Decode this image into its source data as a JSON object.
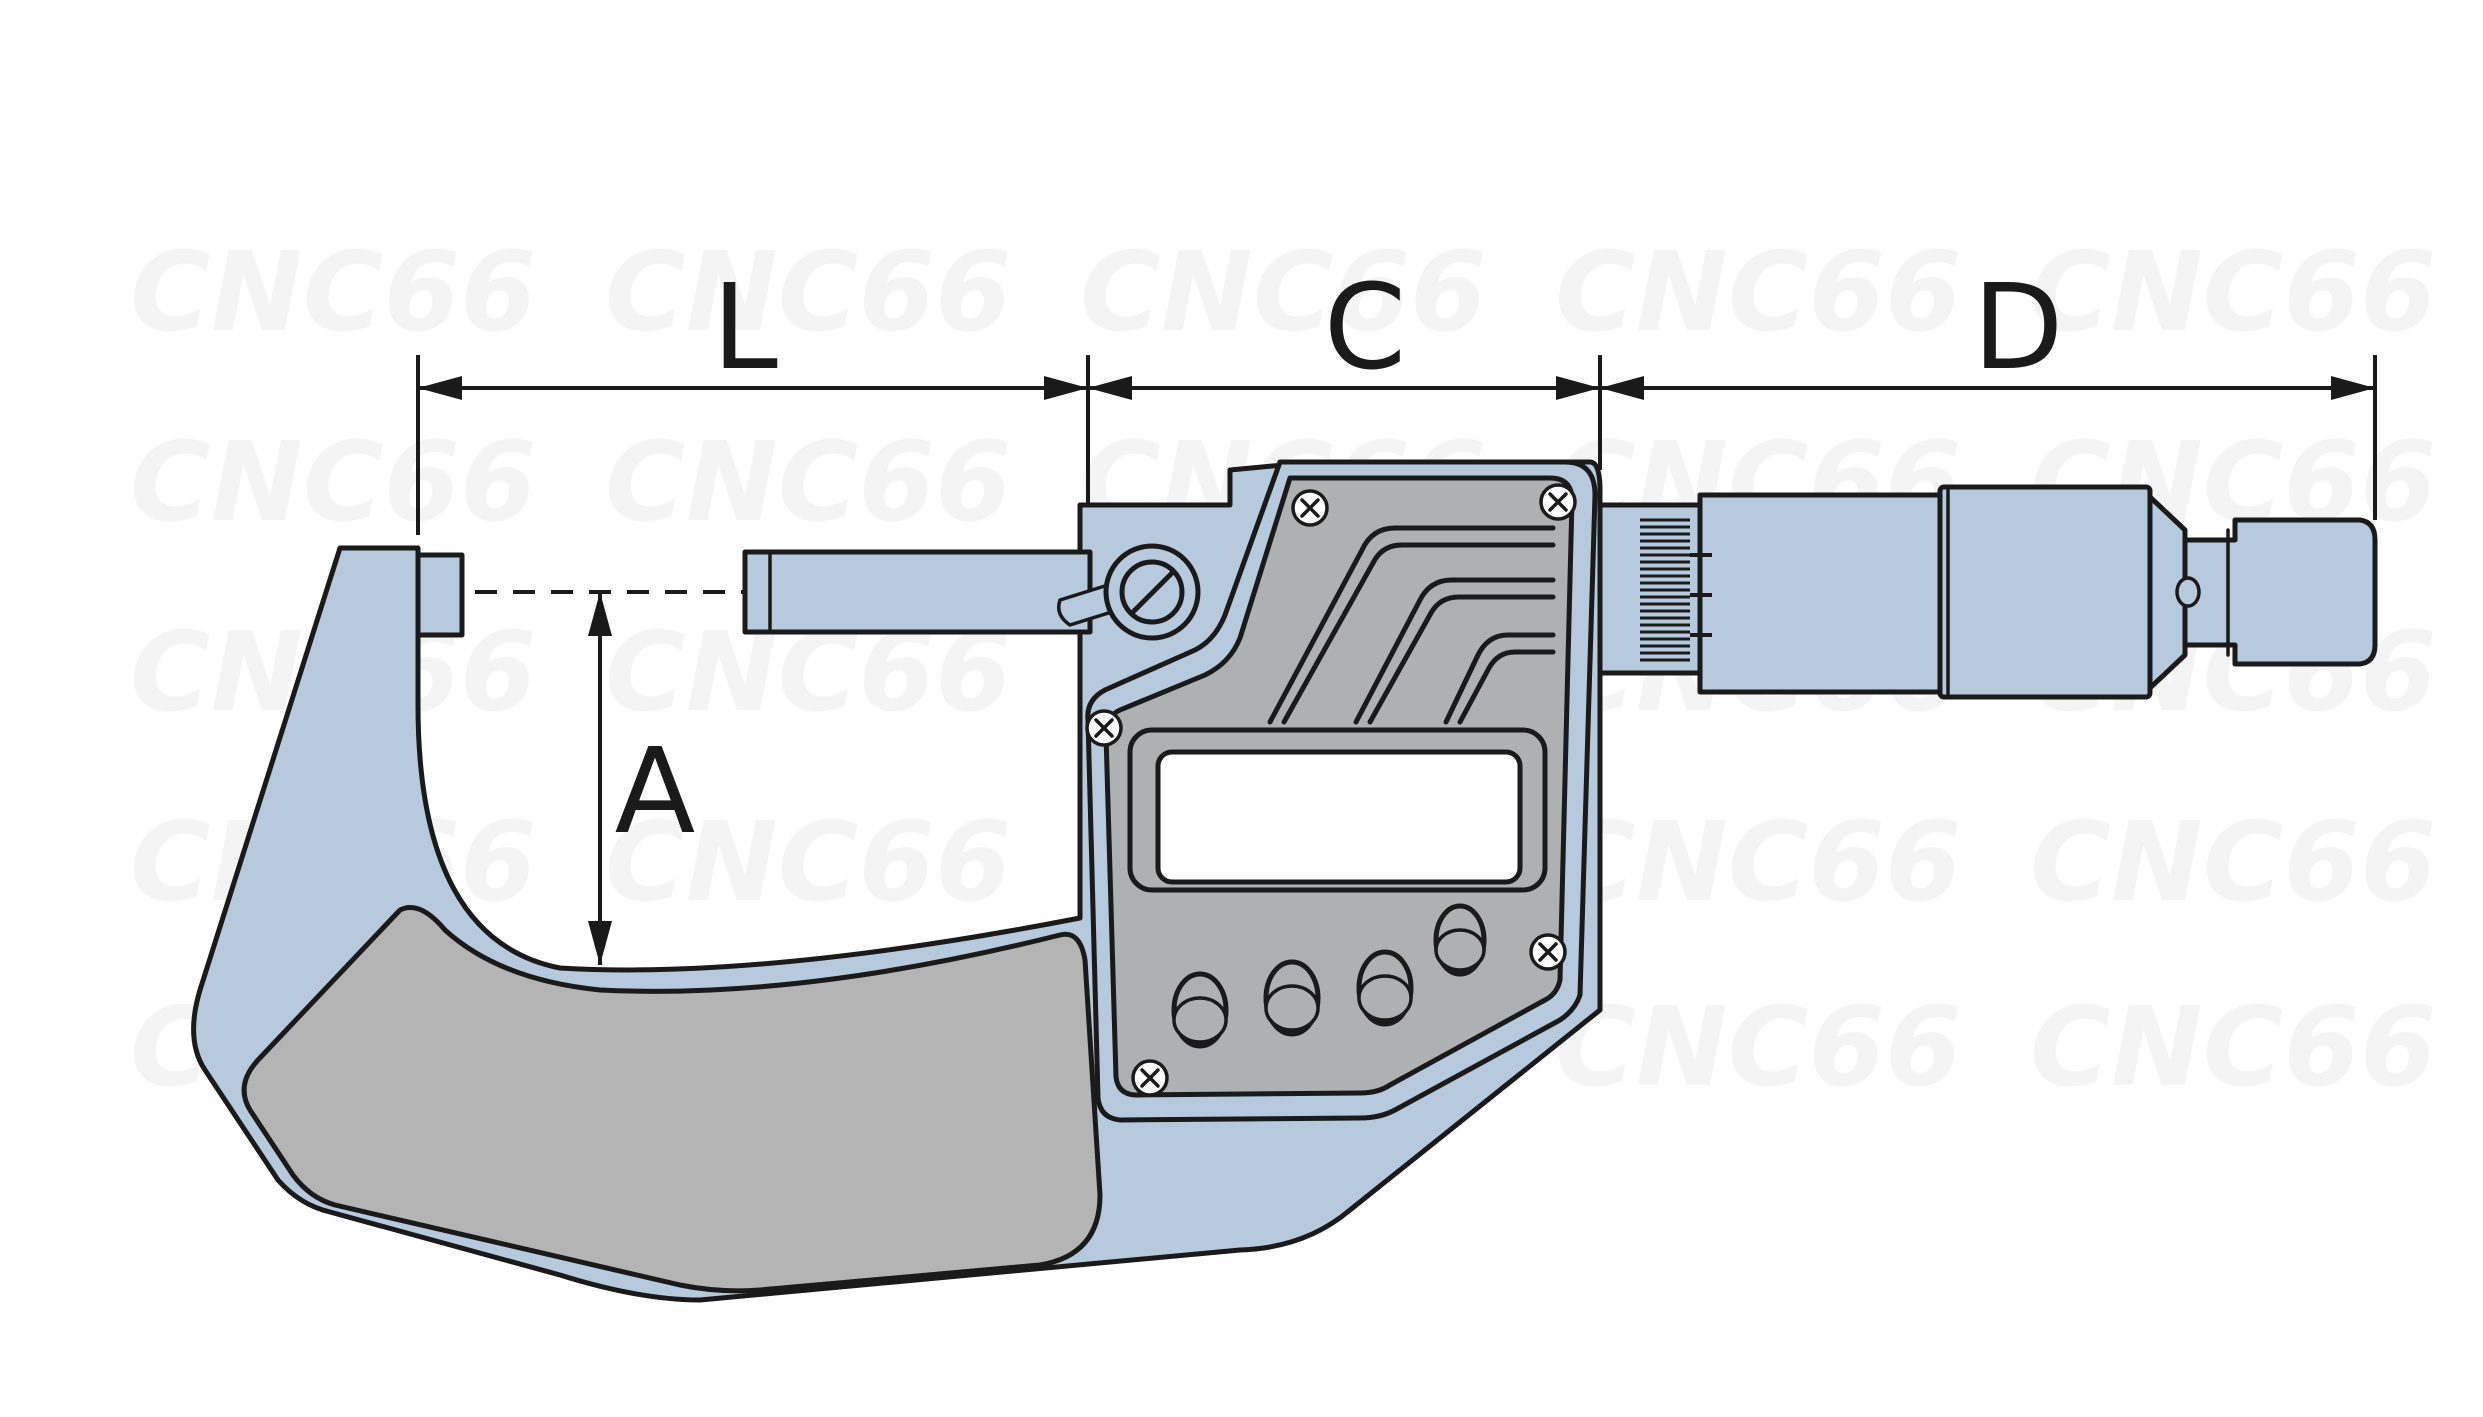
{
  "diagram": {
    "dimension_labels": {
      "L": "L",
      "C": "C",
      "D": "D",
      "A": "A"
    },
    "watermark": {
      "text": "CNC66"
    },
    "colors": {
      "body_blue": "#b7c9dd",
      "pad_gray": "#b4b4b4",
      "plate_gray": "#aeb0b2",
      "lcd": "#ffffff",
      "outline": "#1a1a1a"
    }
  }
}
